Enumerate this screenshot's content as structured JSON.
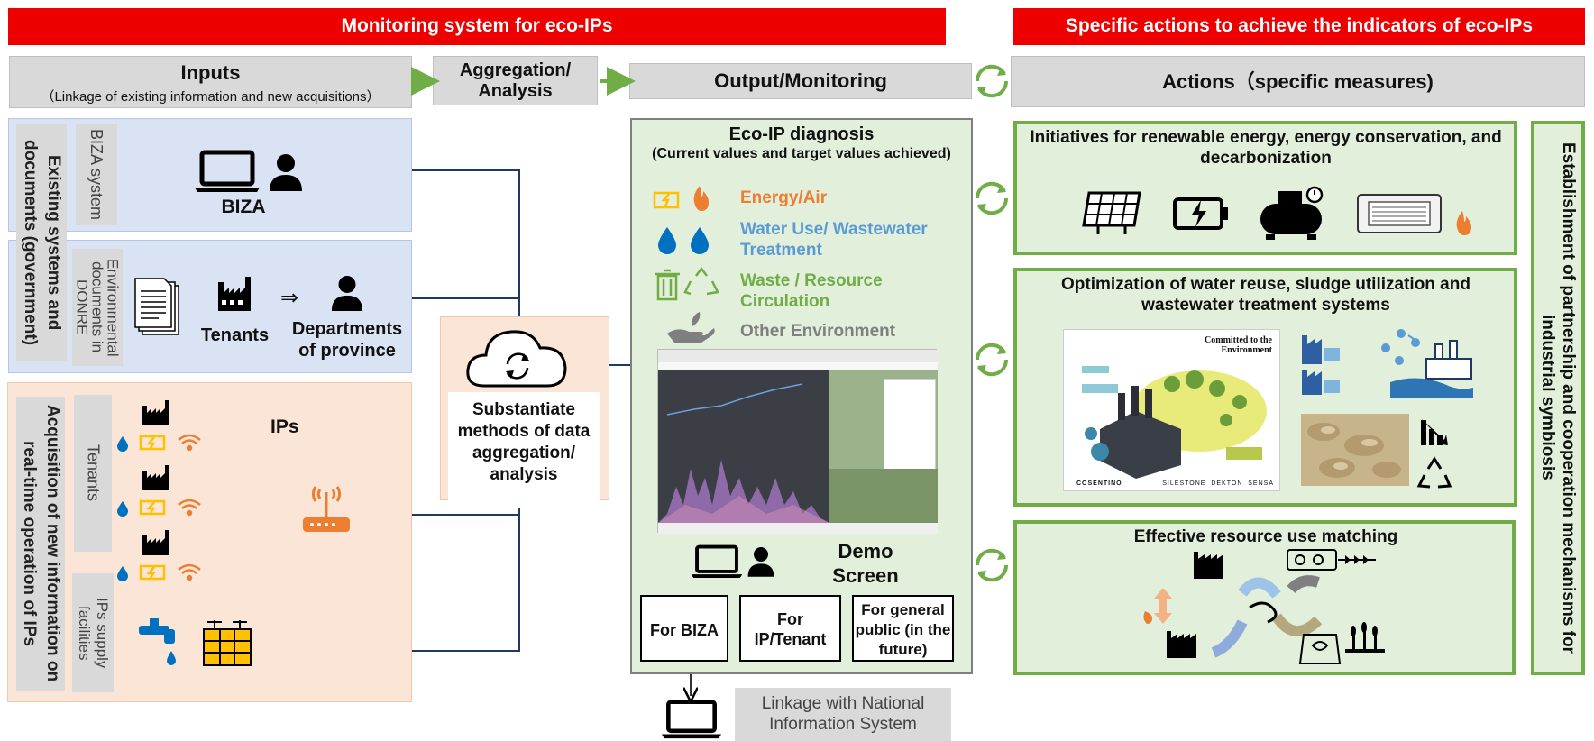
{
  "banners": {
    "left": "Monitoring system for eco-IPs",
    "right": "Specific actions to achieve the indicators of eco-IPs"
  },
  "headers": {
    "inputs_title": "Inputs",
    "inputs_sub": "（Linkage of existing information and new acquisitions）",
    "aggregation": "Aggregation/ Analysis",
    "output": "Output/Monitoring",
    "actions": "Actions（specific measures)"
  },
  "existing": {
    "group_label": "Existing systems and documents (government)",
    "biza_system": "BIZA system",
    "biza": "BIZA",
    "env_docs": "Environmental documents in DONRE",
    "tenants": "Tenants",
    "arrow": "⇒",
    "departments": "Departments of province"
  },
  "acquisition": {
    "group_label": "Acquisition of new information on real-time operation of IPs",
    "tenants": "Tenants",
    "supply": "IPs supply facilities",
    "ips": "IPs"
  },
  "aggregation": {
    "text": "Substantiate methods of data aggregation/ analysis"
  },
  "diagnosis": {
    "title": "Eco-IP diagnosis",
    "subtitle": "(Current values and target values achieved)",
    "categories": [
      {
        "label": "Energy/Air",
        "color": "#ed7d31"
      },
      {
        "label": "Water Use/ Wastewater Treatment",
        "color": "#5b9bd5"
      },
      {
        "label": "Waste / Resource Circulation",
        "color": "#70ad47"
      },
      {
        "label": "Other Environment",
        "color": "#7f7f7f"
      }
    ],
    "demo": "Demo Screen",
    "buttons": [
      "For BIZA",
      "For IP/Tenant",
      "For general public (in the future)"
    ]
  },
  "linkage": "Linkage with National Information System",
  "actions": {
    "box1": "Initiatives for renewable energy, energy conservation, and decarbonization",
    "box2": "Optimization of water reuse, sludge utilization and wastewater treatment systems",
    "box3": "Effective resource use matching",
    "side": "Establishment of partnership and cooperation mechanisms for industrial symbiosis"
  },
  "poster": {
    "title": "Committed to the Environment",
    "brands": [
      "COSENTINO",
      "SILESTONE",
      "DEKTON",
      "SENSA"
    ]
  },
  "colors": {
    "banner": "#ee0000",
    "green": "#70ad47",
    "orange": "#ed7d31",
    "blue": "#5b9bd5",
    "navy": "#1f3864"
  }
}
